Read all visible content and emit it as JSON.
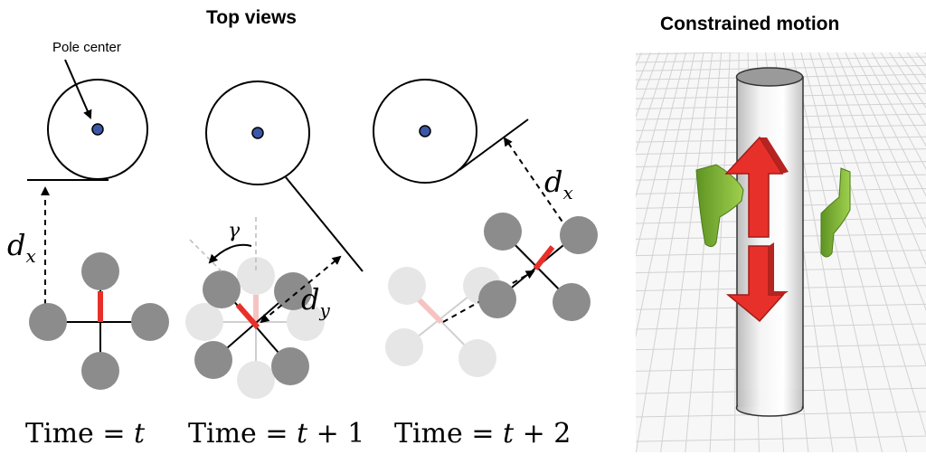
{
  "titles": {
    "top_views": "Top views",
    "constrained_motion": "Constrained motion"
  },
  "annotations": {
    "pole_center": "Pole center",
    "dx_var": "d",
    "dx_sub": "x",
    "dy_var": "d",
    "dy_sub": "y",
    "gamma": "γ"
  },
  "time_labels": [
    {
      "word": "Time",
      "op": " = ",
      "expr": "t",
      "suffix": ""
    },
    {
      "word": "Time",
      "op": " = ",
      "expr": "t",
      "suffix": " + 1"
    },
    {
      "word": "Time",
      "op": " = ",
      "expr": "t",
      "suffix": " + 2"
    }
  ],
  "colors": {
    "pole_center_dot": "#3b57a8",
    "rotor_gray": "#8c8c8c",
    "ghost_gray": "#e6e6e6",
    "front_arm_red": "#e8302a",
    "arrow_red": "#e8302a",
    "gripper_green": "#7cb534",
    "grid_line": "#cfcfcf"
  }
}
